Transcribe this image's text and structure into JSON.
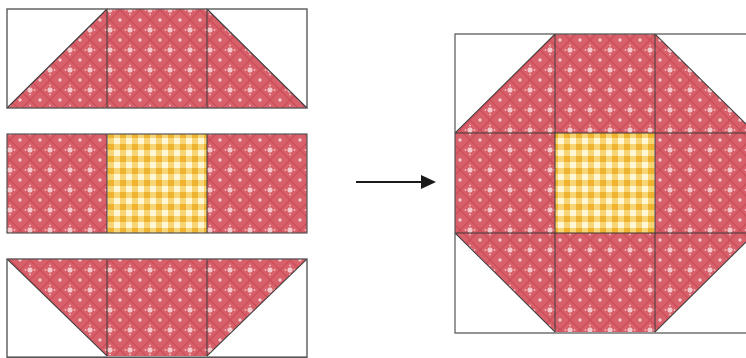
{
  "diagram": {
    "description_free": true,
    "colors": {
      "background": "#ffffff",
      "red_fabric_base": "#d8606a",
      "red_fabric_light": "#f4c8cc",
      "yellow_fabric_base": "#f3c24a",
      "yellow_fabric_light": "#fff6d6",
      "seam_line": "#3a3a3a",
      "block_outline": "#555555",
      "arrow": "#1a1a1a"
    },
    "rows": [
      {
        "name": "top-row",
        "pieces": [
          "half-square-triangle",
          "red-square",
          "half-square-triangle"
        ]
      },
      {
        "name": "middle-row",
        "pieces": [
          "red-square",
          "yellow-gingham-square",
          "red-square"
        ]
      },
      {
        "name": "bottom-row",
        "pieces": [
          "half-square-triangle",
          "red-square",
          "half-square-triangle"
        ]
      }
    ],
    "result_block": {
      "grid": "3x3",
      "center": "yellow-gingham-square",
      "corners": "half-square-triangle"
    },
    "arrow_icon": "right-arrow-icon"
  }
}
